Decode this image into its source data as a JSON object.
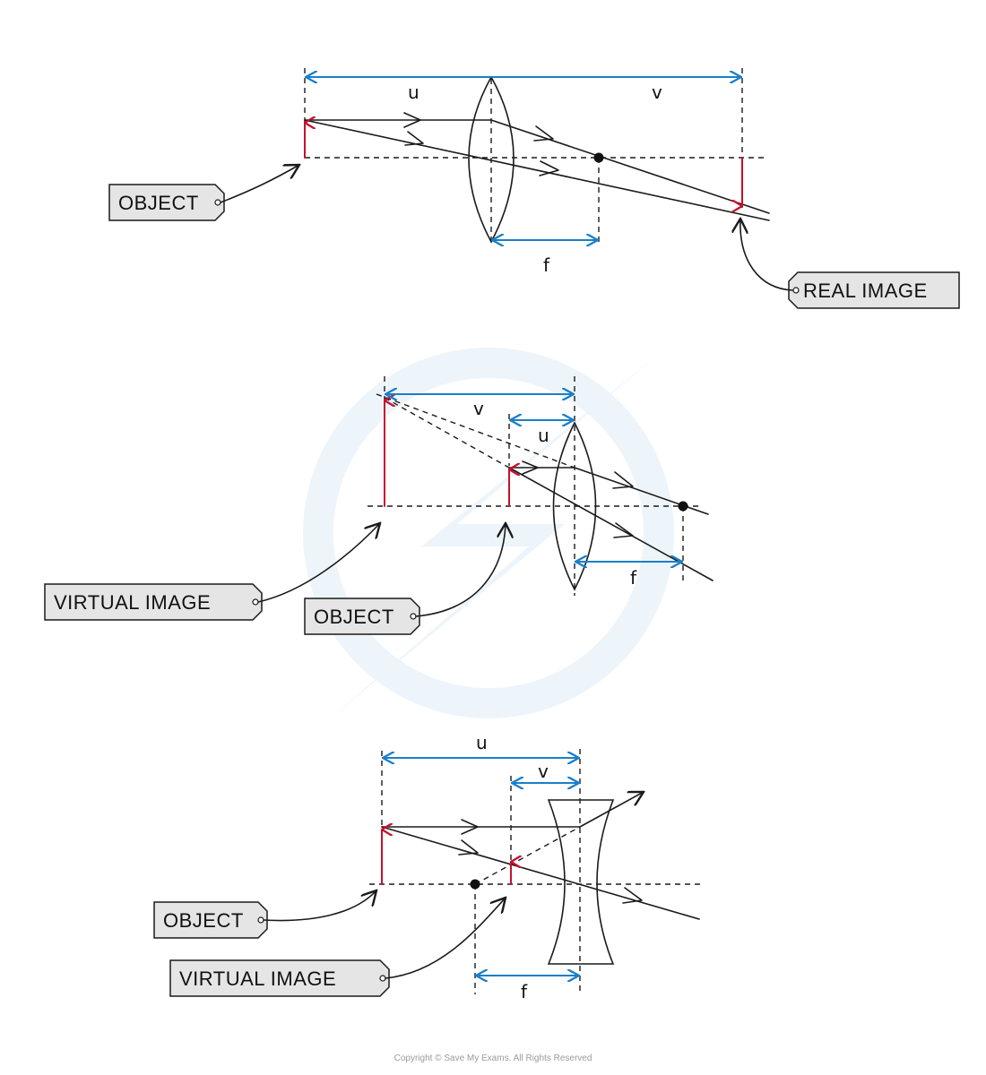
{
  "diagram1": {
    "labels": {
      "u": "u",
      "v": "v",
      "f": "f"
    },
    "tags": {
      "object": "OBJECT",
      "image": "REAL IMAGE"
    }
  },
  "diagram2": {
    "labels": {
      "u": "u",
      "v": "v",
      "f": "f"
    },
    "tags": {
      "image": "VIRTUAL IMAGE",
      "object": "OBJECT"
    }
  },
  "diagram3": {
    "labels": {
      "u": "u",
      "v": "v",
      "f": "f"
    },
    "tags": {
      "object": "OBJECT",
      "image": "VIRTUAL IMAGE"
    }
  },
  "colors": {
    "dimension": "#1a7fc8",
    "arrow": "#c8102e",
    "tag_fill": "#e5e5e5"
  },
  "copyright": "Copyright © Save My Exams. All Rights Reserved"
}
